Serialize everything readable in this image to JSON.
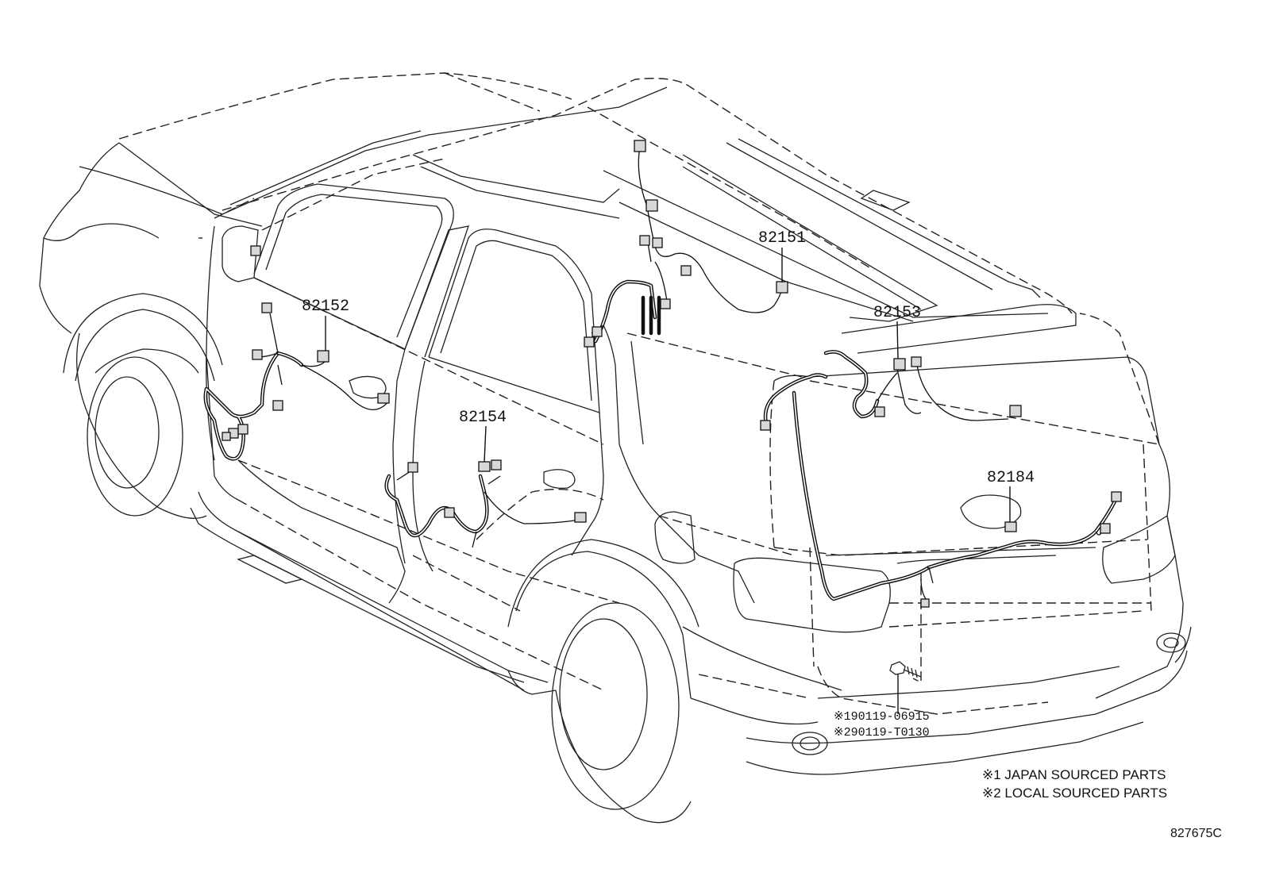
{
  "callouts": {
    "p82151": "82151",
    "p82152": "82152",
    "p82153": "82153",
    "p82154": "82154",
    "p82184": "82184"
  },
  "bolt_refs": {
    "ref1": "※190119-06915",
    "ref2": "※290119-T0130"
  },
  "legend": {
    "line1": "※1 JAPAN SOURCED PARTS",
    "line2": "※2 LOCAL SOURCED PARTS"
  },
  "illustration_code": "827675C"
}
